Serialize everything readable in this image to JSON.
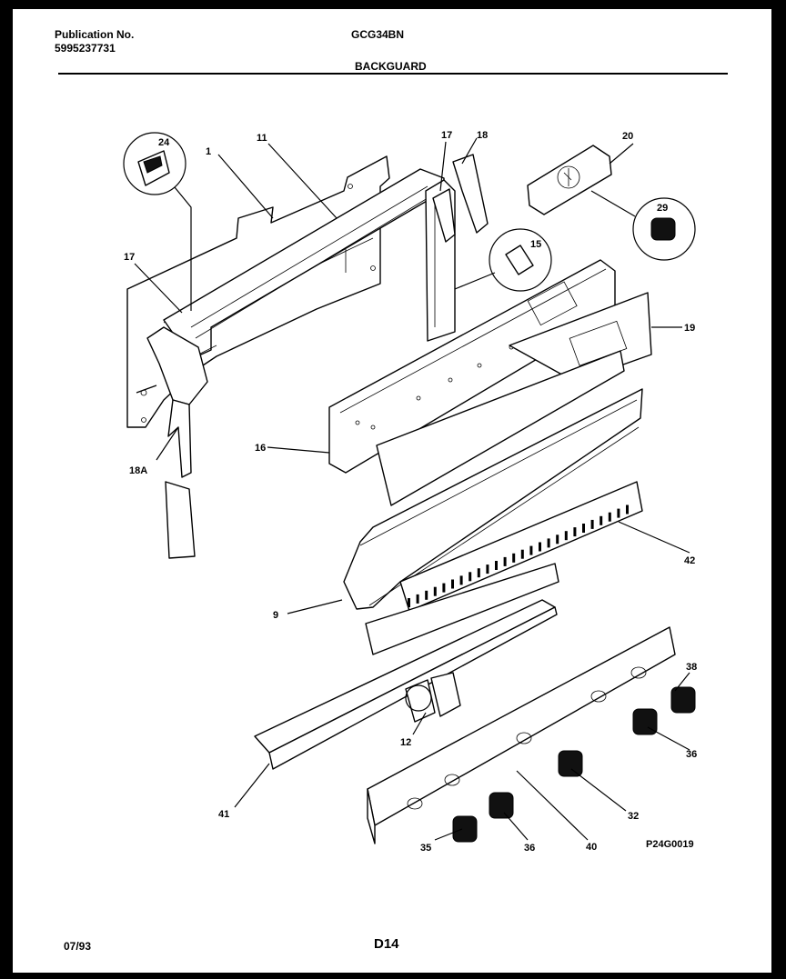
{
  "header": {
    "publication_label": "Publication No.",
    "publication_number": "5995237731",
    "model": "GCG34BN",
    "section_title": "BACKGUARD"
  },
  "callouts": [
    "24",
    "1",
    "11",
    "17",
    "18",
    "20",
    "15",
    "29",
    "17",
    "19",
    "16",
    "18A",
    "42",
    "9",
    "38",
    "12",
    "36",
    "41",
    "32",
    "40",
    "35",
    "36"
  ],
  "figure_code": "P24G0019",
  "footer": {
    "date": "07/93",
    "page_code": "D14"
  }
}
